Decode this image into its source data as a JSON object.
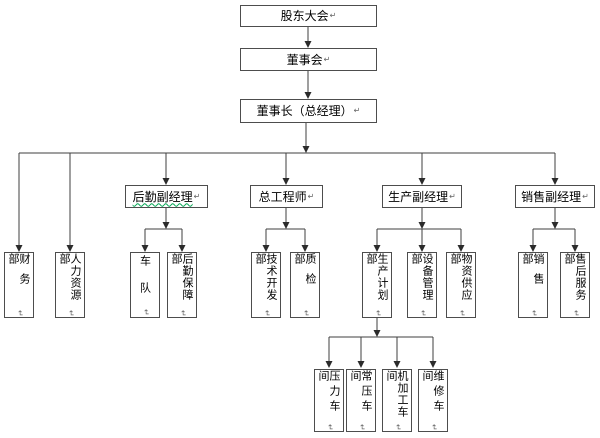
{
  "org_chart": {
    "top_chain": [
      {
        "label": "股东大会"
      },
      {
        "label": "董事会"
      },
      {
        "label": "董事长（总经理）"
      }
    ],
    "branches": {
      "finance": {
        "label": "财务部"
      },
      "hr": {
        "label": "人力资源部"
      },
      "logistics": {
        "label": "后勤副经理",
        "children": [
          {
            "label": "车队"
          },
          {
            "label": "后勤保障部"
          }
        ]
      },
      "engineering": {
        "label": "总工程师",
        "children": [
          {
            "label": "技术开发部"
          },
          {
            "label": "质检部"
          }
        ]
      },
      "production": {
        "label": "生产副经理",
        "children": [
          {
            "label": "生产计划部",
            "children": [
              {
                "label": "压力车间"
              },
              {
                "label": "常压车间"
              },
              {
                "label": "机加工车间"
              },
              {
                "label": "维修车间"
              }
            ]
          },
          {
            "label": "设备管理部"
          },
          {
            "label": "物资供应部"
          }
        ]
      },
      "sales": {
        "label": "销售副经理",
        "children": [
          {
            "label": "销售部"
          },
          {
            "label": "售后服务部"
          }
        ]
      }
    },
    "marks": {
      "paragraph_return": "↵"
    },
    "colors": {
      "background": "#ffffff",
      "line": "#3f3f3f",
      "box_border": "#4d4d4d",
      "text": "#000000",
      "spellcheck_underline": "#00a550"
    }
  }
}
